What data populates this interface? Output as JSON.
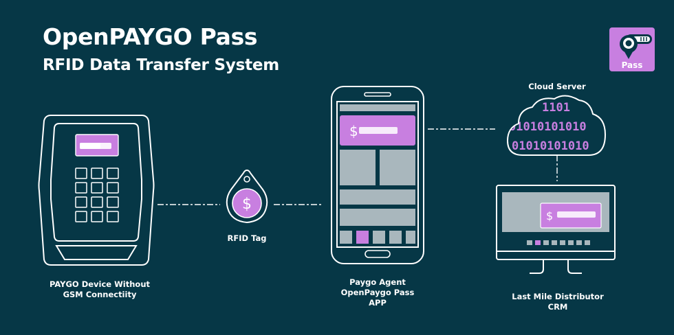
{
  "header": {
    "title": "OpenPAYGO Pass",
    "subtitle": "RFID Data Transfer System"
  },
  "app_icon": {
    "label": "Pass"
  },
  "labels": {
    "device": [
      "PAYGO Device Without",
      "GSM Connectiity"
    ],
    "rfid": [
      "RFID Tag"
    ],
    "app": [
      "Paygo Agent",
      "OpenPaygo Pass",
      "APP"
    ],
    "cloud": [
      "Cloud Server"
    ],
    "crm": [
      "Last Mile Distributor",
      "CRM"
    ]
  },
  "icons": {
    "dollar": "$",
    "cloud_binary": [
      "1101",
      "01010101010",
      "01010101010"
    ]
  },
  "colors": {
    "background": "#063746",
    "accent": "#c87fe0",
    "panel": "#a9b7bd",
    "white": "#ffffff"
  }
}
